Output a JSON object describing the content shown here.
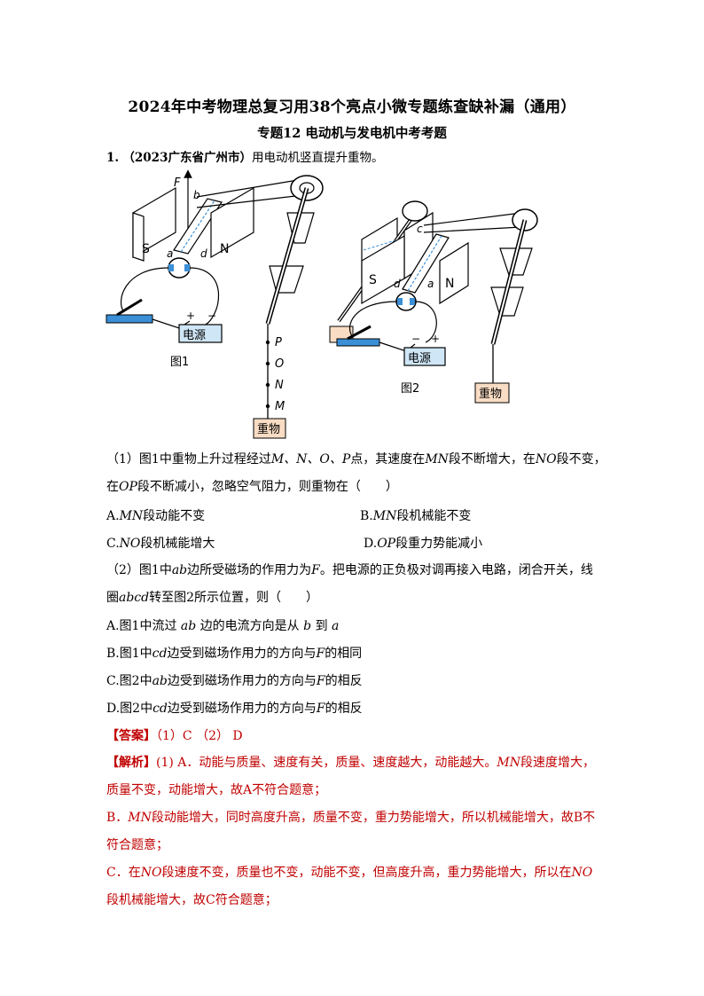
{
  "title": "2024年中考物理总复习用38个亮点小微专题练查缺补漏（通用）",
  "subtitle": "专题12  电动机与发电机中考考题",
  "question": {
    "number": "1.",
    "source": "（2023广东省广州市）",
    "stem": "用电动机竖直提升重物。"
  },
  "figure": {
    "fig1_label": "图1",
    "fig2_label": "图2",
    "power_label": "电源",
    "weight_label": "重物",
    "magnet_s": "S",
    "magnet_n": "N",
    "force_label": "F",
    "plus": "+",
    "minus": "−",
    "points": [
      "P",
      "O",
      "N",
      "M"
    ],
    "fig1_letters": [
      "b",
      "a",
      "d"
    ],
    "fig2_letters": [
      "c",
      "d",
      "a"
    ]
  },
  "part1": {
    "line1_a": "（1）图1中重物上升过程经过",
    "line1_b": "M、N、O、P",
    "line1_c": "点，其速度在",
    "mn": "MN",
    "line1_d": "段不断增大，在",
    "no": "NO",
    "line1_e": "段不变，",
    "line2_a": "在",
    "op": "OP",
    "line2_b": "段不断减小，忽略空气阻力，则重物在（　　）",
    "options": [
      {
        "prefix": "A.",
        "var": "MN",
        "text": "段动能不变"
      },
      {
        "prefix": "B.",
        "var": "MN",
        "text": "段机械能不变"
      },
      {
        "prefix": "C.",
        "var": "NO",
        "text": "段机械能增大"
      },
      {
        "prefix": "D.",
        "var": "OP",
        "text": "段重力势能减小"
      }
    ]
  },
  "part2": {
    "line1_a": "（2）图1中",
    "ab": "ab",
    "line1_b": "边所受磁场的作用力为",
    "f": "F",
    "line1_c": "。把电源的正负极对调再接入电路，闭合开关，线",
    "line2_a": "圈",
    "abcd": "abcd",
    "line2_b": "转至图2所示位置，则（　　）",
    "options": [
      {
        "prefix": "A.图1中流过",
        "var1": "ab",
        "mid": "边的电流方向是从",
        "var2": "b",
        "mid2": "到",
        "var3": "a",
        "tail": ""
      },
      {
        "prefix": "B.图1中",
        "var1": "cd",
        "mid": "边受到磁场作用力的方向与",
        "var2": "F",
        "mid2": "的相同",
        "var3": "",
        "tail": ""
      },
      {
        "prefix": "C.图2中",
        "var1": "ab",
        "mid": "边受到磁场作用力的方向与",
        "var2": "F",
        "mid2": "的相反",
        "var3": "",
        "tail": ""
      },
      {
        "prefix": "D.图2中",
        "var1": "cd",
        "mid": "边受到磁场作用力的方向与",
        "var2": "F",
        "mid2": "的相反",
        "var3": "",
        "tail": ""
      }
    ]
  },
  "answer": {
    "tag": "【答案】",
    "text": "（1）C （2） D"
  },
  "analysis": {
    "tag": "【解析】",
    "l1": "(1) A．动能与质量、速度有关，质量、速度越大，动能越大。",
    "l1_var": "MN",
    "l1_tail": "段速度增大，",
    "l2": "质量不变，动能增大，故A不符合题意；",
    "l3_pre": "B．",
    "l3_var": "MN",
    "l3": "段动能增大，同时高度升高，质量不变，重力势能增大，所以机械能增大，故B不",
    "l4": "符合题意；",
    "l5_pre": "C．在",
    "l5_var": "NO",
    "l5": "段速度不变，质量也不变，动能不变，但高度升高，重力势能增大，所以在",
    "l5_var2": "NO",
    "l6": "段机械能增大，故C符合题意；"
  }
}
